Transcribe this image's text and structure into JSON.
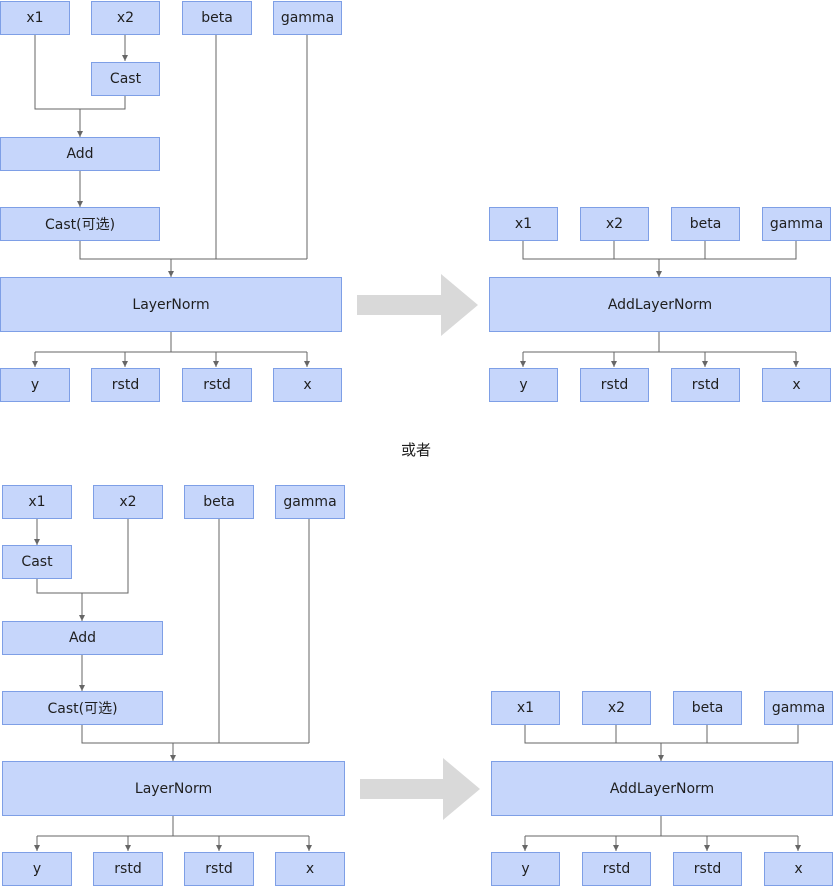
{
  "top": {
    "inputs": [
      "x1",
      "x2",
      "beta",
      "gamma"
    ],
    "cast": "Cast",
    "add": "Add",
    "cast_optional": "Cast(可选)",
    "layernorm": "LayerNorm",
    "outputs": [
      "y",
      "rstd",
      "rstd",
      "x"
    ],
    "fused": {
      "inputs": [
        "x1",
        "x2",
        "beta",
        "gamma"
      ],
      "op": "AddLayerNorm",
      "outputs": [
        "y",
        "rstd",
        "rstd",
        "x"
      ]
    }
  },
  "separator": "或者",
  "bottom": {
    "inputs": [
      "x1",
      "x2",
      "beta",
      "gamma"
    ],
    "cast": "Cast",
    "add": "Add",
    "cast_optional": "Cast(可选)",
    "layernorm": "LayerNorm",
    "outputs": [
      "y",
      "rstd",
      "rstd",
      "x"
    ],
    "fused": {
      "inputs": [
        "x1",
        "x2",
        "beta",
        "gamma"
      ],
      "op": "AddLayerNorm",
      "outputs": [
        "y",
        "rstd",
        "rstd",
        "x"
      ]
    }
  },
  "colors": {
    "node_fill": "#c6d6fb",
    "node_border": "#7e9fe6",
    "edge": "#666666",
    "arrow": "#d9d9d9"
  }
}
